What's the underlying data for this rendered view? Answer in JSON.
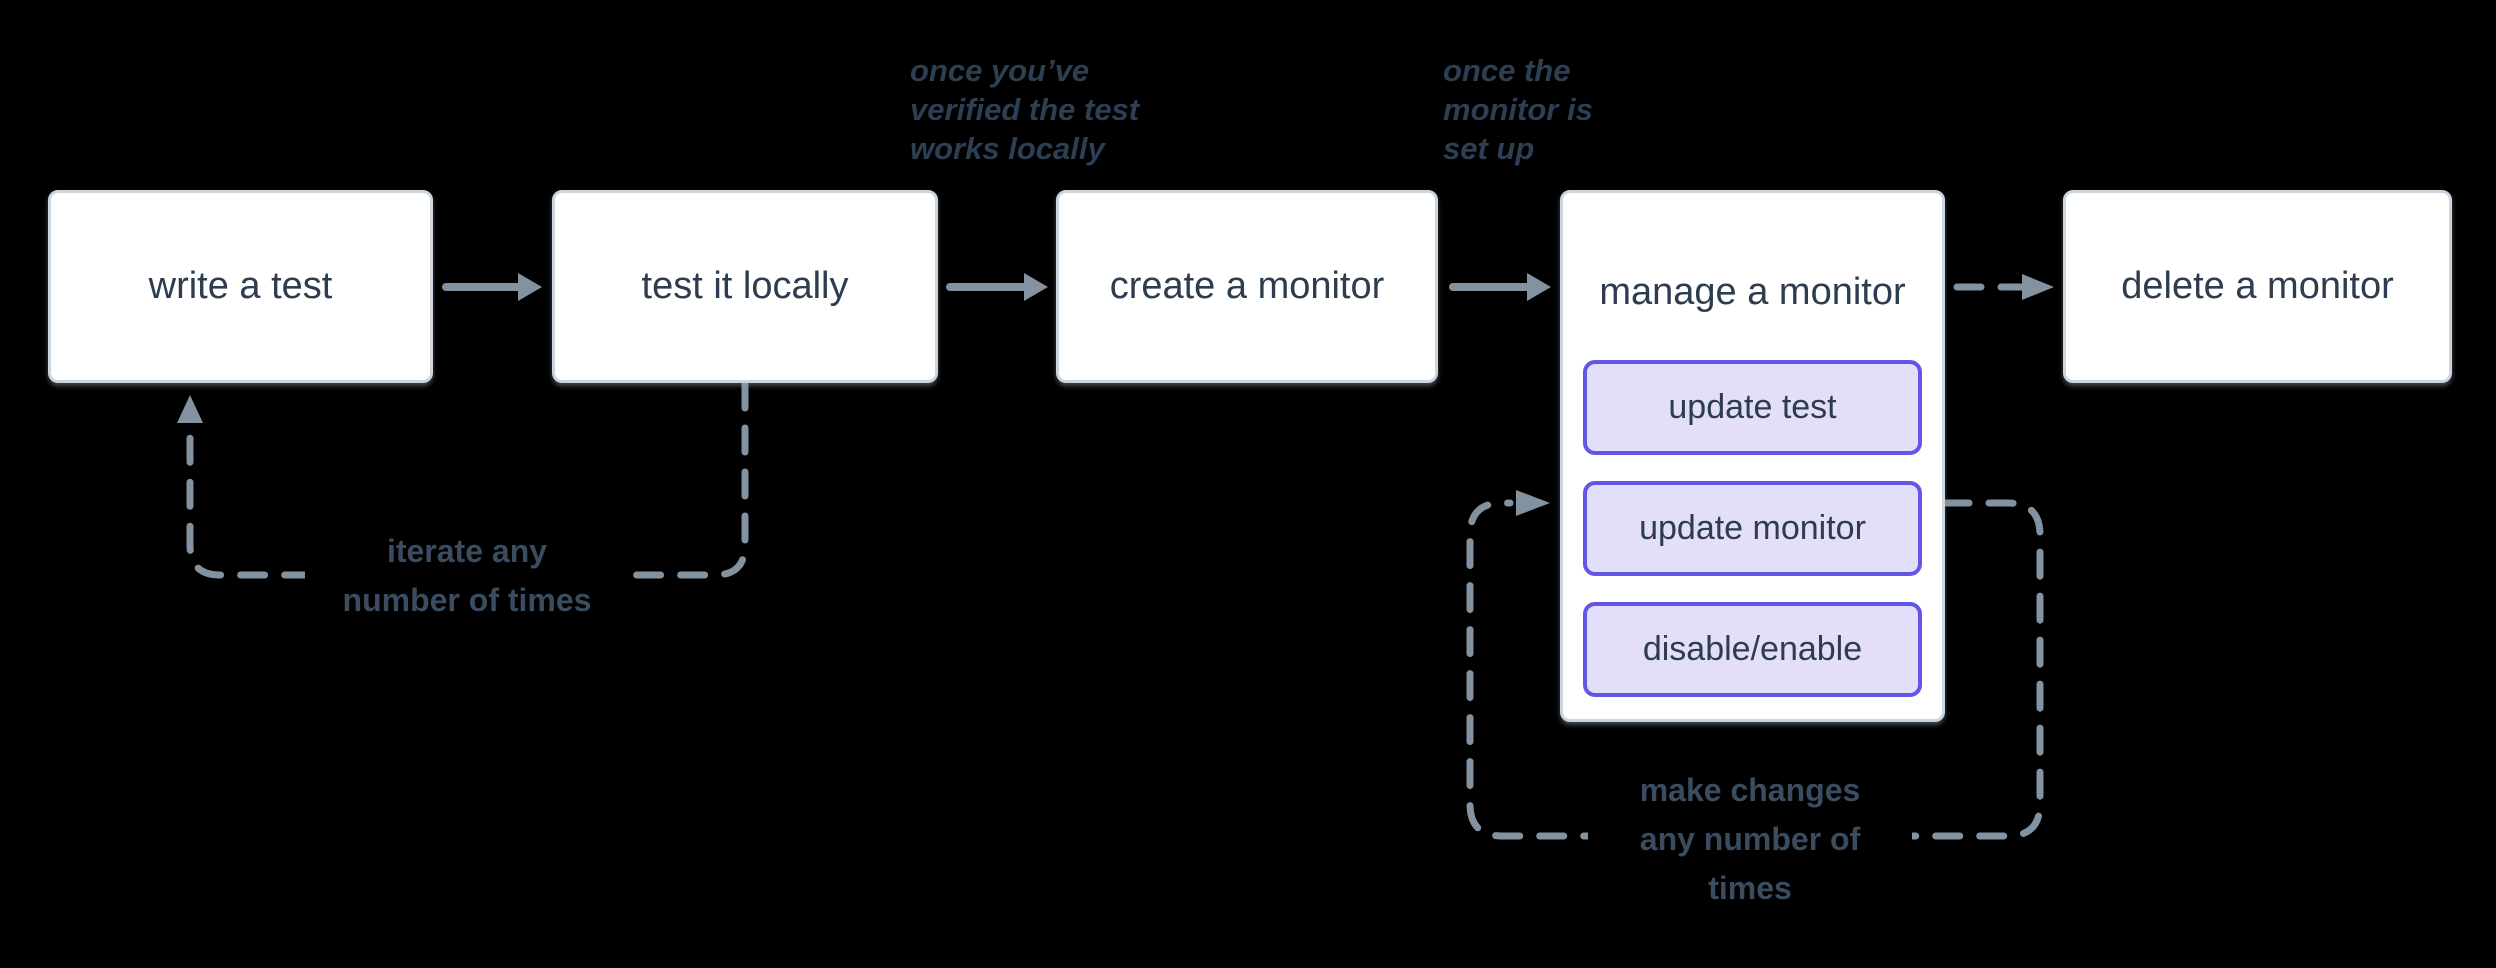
{
  "nodes": [
    {
      "id": "write-test",
      "label": "write a test"
    },
    {
      "id": "test-locally",
      "label": "test it locally"
    },
    {
      "id": "create-monitor",
      "label": "create a monitor"
    },
    {
      "id": "manage-monitor",
      "label": "manage a monitor",
      "children": [
        {
          "id": "update-test",
          "label": "update test"
        },
        {
          "id": "update-monitor",
          "label": "update monitor"
        },
        {
          "id": "disable-enable",
          "label": "disable/enable"
        }
      ]
    },
    {
      "id": "delete-monitor",
      "label": "delete a monitor"
    }
  ],
  "annotations": [
    {
      "id": "once-verified",
      "lines": [
        "once you’ve",
        "verified the test",
        "works locally"
      ]
    },
    {
      "id": "once-set-up",
      "lines": [
        "once the",
        "monitor is",
        "set up"
      ]
    }
  ],
  "loop_labels": [
    {
      "id": "iterate-loop",
      "lines": [
        "iterate any",
        "number of times"
      ]
    },
    {
      "id": "make-changes-loop",
      "lines": [
        "make changes",
        "any number of",
        "times"
      ]
    }
  ],
  "colors": {
    "background": "#000000",
    "node-bg": "#ffffff",
    "node-border": "#cbd5df",
    "node-text": "#2d3c4e",
    "arrow": "#8292a1",
    "sub-border": "#6355e6",
    "sub-bg": "#e3def9",
    "annotation-text": "#2d3f53",
    "loop-text": "#3a4d60"
  }
}
